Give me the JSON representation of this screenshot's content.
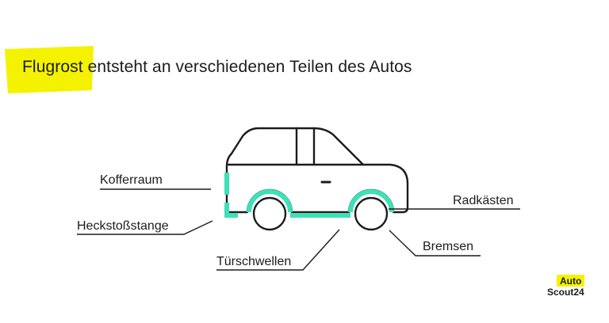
{
  "title": "Flugrost entsteht an verschiedenen Teilen des Autos",
  "labels": {
    "kofferraum": "Kofferraum",
    "heckstossstange": "Heckstoßstange",
    "tuerschwellen": "Türschwellen",
    "radkaesten": "Radkästen",
    "bremsen": "Bremsen"
  },
  "logo": {
    "line1": "Auto",
    "line2": "Scout24"
  },
  "colors": {
    "highlight": "#f5f200",
    "rust_marker": "#3ee0b8",
    "outline": "#1c1c1c"
  }
}
